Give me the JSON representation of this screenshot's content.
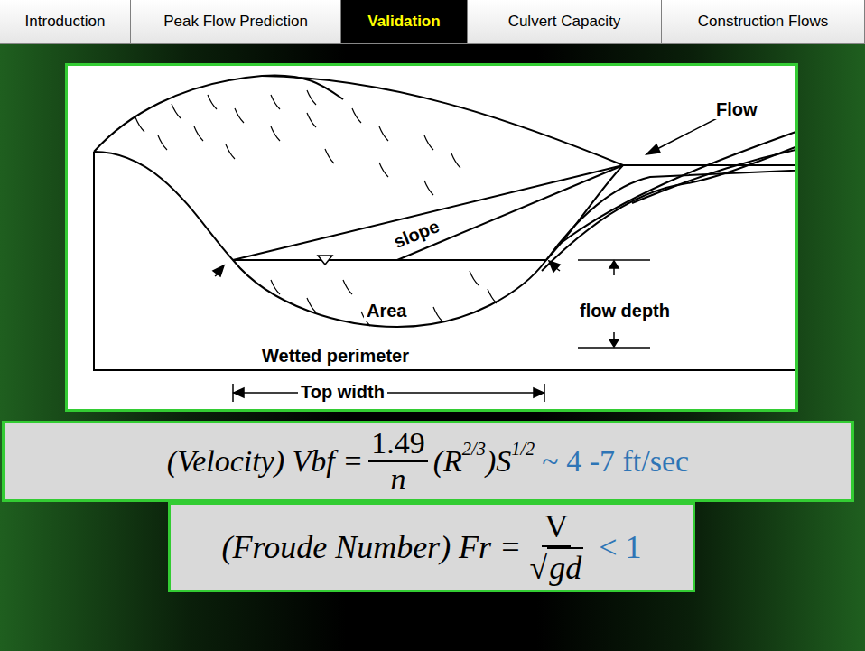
{
  "diagram": {
    "nodes": [
      {
        "text": [
          "Introduction"
        ]
      },
      {
        "text": [
          "Peak Flow Prediction"
        ]
      },
      {
        "text": [
          "Validation"
        ]
      },
      {
        "text": [
          "Culvert Capacity"
        ]
      },
      {
        "text": [
          "Construction Flows"
        ]
      },
      {
        "text": [
          "(Velocity) Vbf =",
          "1.49",
          "n",
          "(R",
          "2/3",
          ")S",
          "1/2",
          "~ 4 -7 ft/sec"
        ]
      },
      {
        "text": [
          "(Froude Number) Fr =",
          "V",
          "√",
          "gd",
          "< 1"
        ]
      }
    ],
    "labels": [
      "Flow",
      "slope",
      "Area",
      "flow depth",
      "Wetted perimeter",
      "Top width"
    ]
  }
}
